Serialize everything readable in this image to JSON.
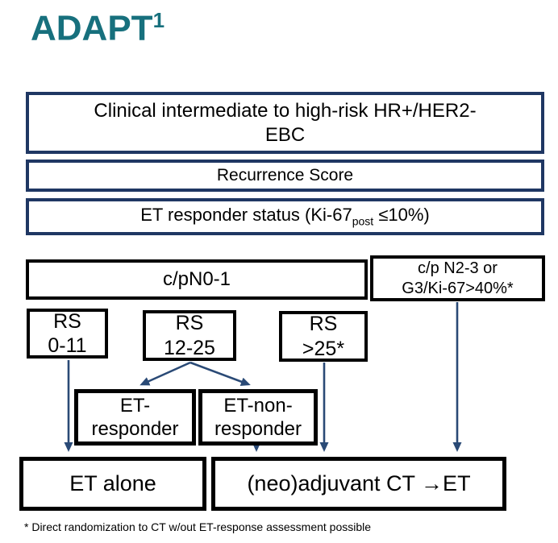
{
  "title": {
    "text": "ADAPT",
    "superscript": "1"
  },
  "colors": {
    "title_teal": "#17707d",
    "navy_border": "#1f3763",
    "black_border": "#000000",
    "arrow": "#2a4a76",
    "background": "#ffffff"
  },
  "boxes": {
    "clinical": {
      "line1": "Clinical intermediate to high-risk HR+/HER2-",
      "line2": "EBC"
    },
    "recurrence": {
      "label": "Recurrence Score"
    },
    "et_status": {
      "prefix": "ET responder status (Ki-67",
      "subscript": "post",
      "suffix": " ≤10%)"
    },
    "cpn01": {
      "label": "c/pN0-1"
    },
    "cpn23": {
      "line1": "c/p N2-3 or",
      "line2": "G3/Ki-67>40%*"
    },
    "rs_0_11": {
      "line1": "RS",
      "line2": "0-11"
    },
    "rs_12_25": {
      "line1": "RS",
      "line2": "12-25"
    },
    "rs_gt_25": {
      "line1": "RS",
      "line2": ">25*"
    },
    "et_responder": {
      "line1": "ET-",
      "line2": "responder"
    },
    "et_non_responder": {
      "line1": "ET-non-",
      "line2": "responder"
    },
    "et_alone": {
      "label": "ET alone"
    },
    "ct_et": {
      "label": "(neo)adjuvant CT →ET"
    }
  },
  "footnote": "* Direct randomization to CT w/out ET-response assessment possible"
}
